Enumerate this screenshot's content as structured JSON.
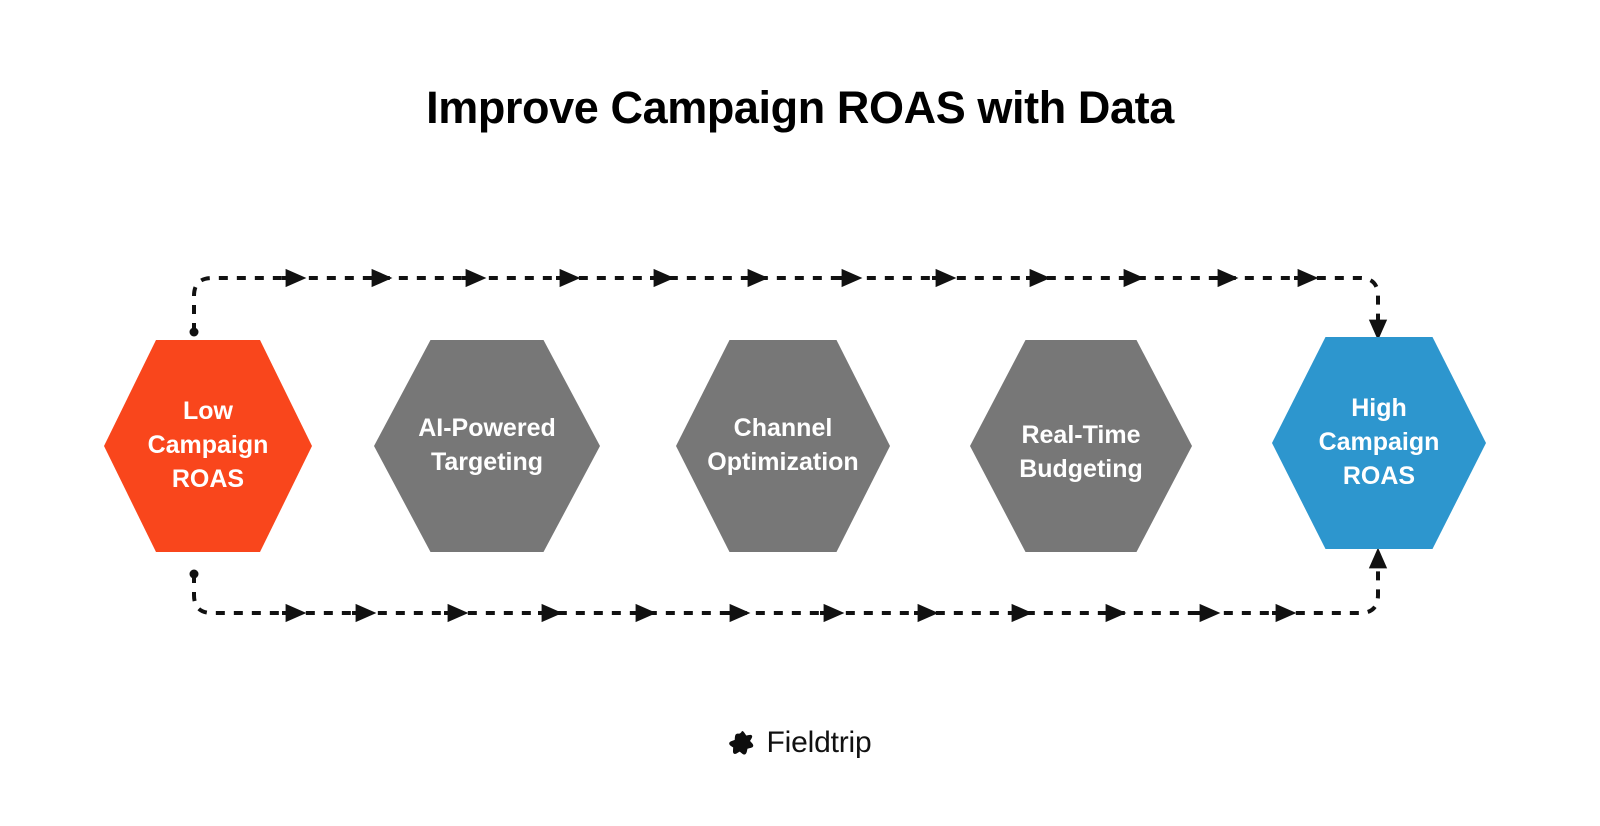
{
  "page": {
    "title": "Improve Campaign ROAS with Data",
    "background_color": "#FFFFFF"
  },
  "diagram": {
    "type": "cycle-flow",
    "orientation": "horizontal",
    "shape": "hexagon",
    "nodes": [
      {
        "id": "low-roas",
        "label": "Low Campaign ROAS",
        "color": "#F9461C",
        "text_color": "#FFFFFF",
        "role": "start"
      },
      {
        "id": "ai-powered-targeting",
        "label": "AI-Powered Targeting",
        "color": "#777777",
        "text_color": "#FFFFFF",
        "role": "step"
      },
      {
        "id": "channel-optimization",
        "label": "Channel Optimization",
        "color": "#777777",
        "text_color": "#FFFFFF",
        "role": "step"
      },
      {
        "id": "real-time-budgeting",
        "label": "Real-Time Budgeting",
        "color": "#777777",
        "text_color": "#FFFFFF",
        "role": "step"
      },
      {
        "id": "high-roas",
        "label": "High Campaign ROAS",
        "color": "#2D96CE",
        "text_color": "#FFFFFF",
        "role": "end"
      }
    ],
    "connectors": [
      {
        "id": "top-loop",
        "from": "low-roas",
        "to": "high-roas",
        "style": "dashed",
        "color": "#111111",
        "direction": "left-to-right",
        "path": "top"
      },
      {
        "id": "bottom-loop",
        "from": "low-roas",
        "to": "high-roas",
        "style": "dashed",
        "color": "#111111",
        "direction": "left-to-right",
        "path": "bottom"
      }
    ]
  },
  "footer": {
    "brand": "Fieldtrip",
    "icon": "star-splat-icon"
  }
}
